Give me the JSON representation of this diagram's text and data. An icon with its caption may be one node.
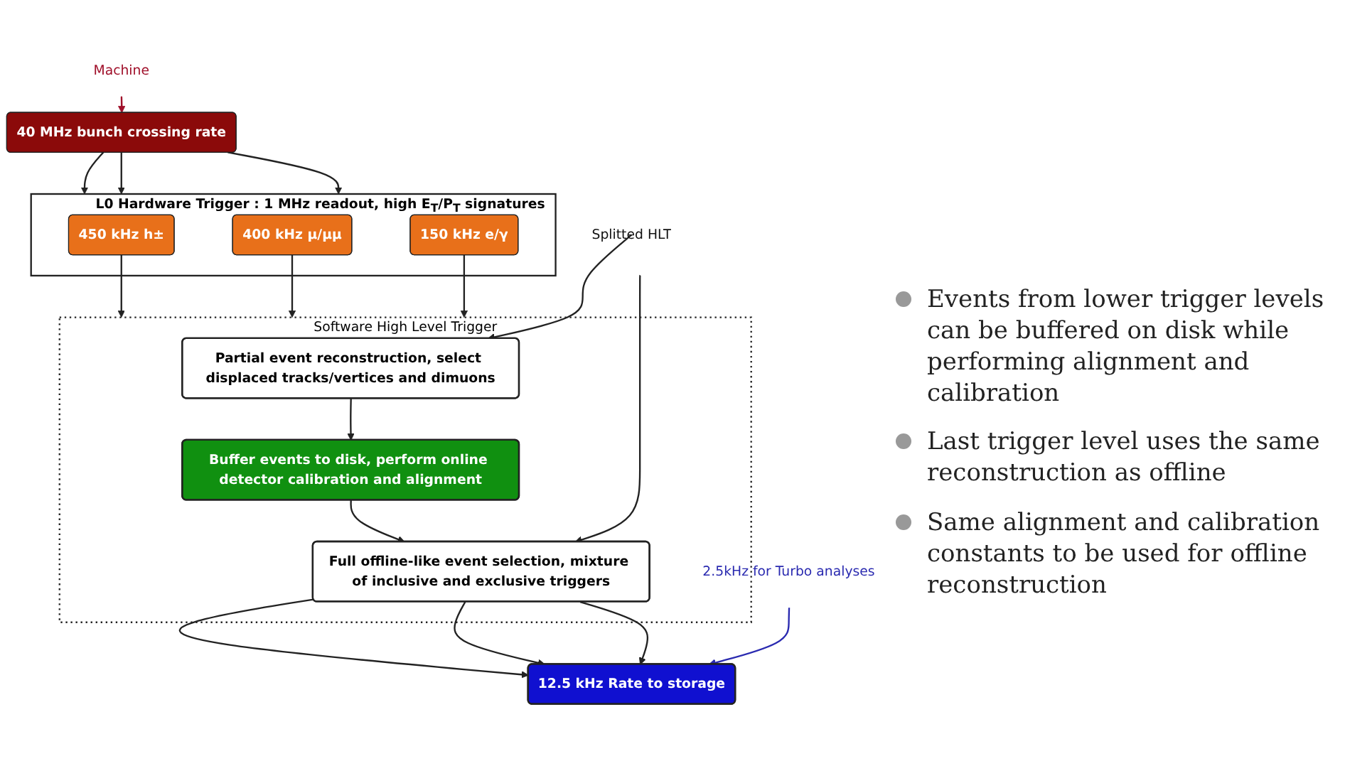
{
  "diagram": {
    "nodes": [
      {
        "text": [
          "40 MHz bunch crossing rate"
        ]
      },
      {
        "text": [
          "L0 Hardware Trigger : 1 MHz readout, high E$_{T}$/P$_{T}$ signatures"
        ]
      },
      {
        "text": [
          "450 kHz h±"
        ],
        "in": 1
      },
      {
        "text": [
          "400 kHz μ/μμ"
        ],
        "in": 1
      },
      {
        "text": [
          "150 kHz e/γ"
        ],
        "in": 1
      },
      {
        "text": [
          "Software High Level Trigger"
        ]
      },
      {
        "text": [
          "Partial event reconstruction, select displaced tracks/vertices and dimuons"
        ],
        "in": 5
      },
      {
        "text": [
          "Buffer events to disk, perform online detector calibration and alignment"
        ],
        "in": 5
      },
      {
        "text": [
          "Full offline-like event selection, mixture of inclusive and exclusive triggers"
        ],
        "in": 5
      },
      {
        "text": [
          "12.5 kHz Rate to storage"
        ]
      },
      {
        "text": [
          "Machine"
        ]
      },
      {
        "text": [
          "Splitted HLT"
        ]
      },
      {
        "text": [
          "2.5kHz for Turbo analyses"
        ]
      }
    ],
    "edges": [
      {
        "from": 0,
        "to": 1,
        "arrow": "to"
      },
      {
        "from": 0,
        "to": 1,
        "arrow": "to"
      },
      {
        "from": 0,
        "to": 1,
        "arrow": "to"
      },
      {
        "from": 2,
        "to": 5,
        "arrow": "to"
      },
      {
        "from": 3,
        "to": 5,
        "arrow": "to"
      },
      {
        "from": 4,
        "to": 5,
        "arrow": "to"
      },
      {
        "from": 6,
        "to": 7,
        "arrow": "to"
      },
      {
        "from": 7,
        "to": 8,
        "arrow": "to"
      },
      {
        "from": 8,
        "to": 9,
        "arrow": "to"
      },
      {
        "from": 8,
        "to": 9,
        "arrow": "to"
      },
      {
        "from": 8,
        "to": 9,
        "arrow": "to"
      },
      {
        "from": 10,
        "to": 0,
        "arrow": "to",
        "color": "#a0102a"
      },
      {
        "from": 11,
        "to": 6,
        "arrow": "to"
      },
      {
        "from": 11,
        "to": 8,
        "arrow": "to"
      },
      {
        "from": 12,
        "to": 9,
        "arrow": "to",
        "color": "#2a2ab0"
      }
    ],
    "labels": [
      "Events from lower trigger levels can be buffered on disk while performing alignment and calibration",
      "Last trigger level uses the same reconstruction as offline",
      "Same alignment and calibration constants to be used for offline reconstruction"
    ]
  }
}
